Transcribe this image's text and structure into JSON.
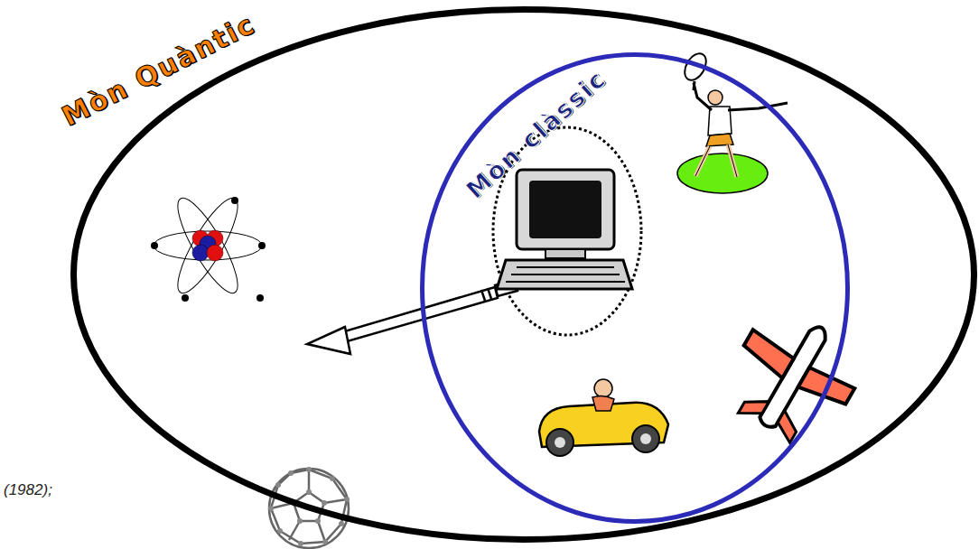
{
  "diagram": {
    "nodes": [
      {
        "text": [
          "Mòn Quàntic"
        ]
      },
      {
        "text": [
          "Mòn clàssic"
        ],
        "in": 0
      }
    ],
    "labels": [
      "(1982);"
    ]
  }
}
